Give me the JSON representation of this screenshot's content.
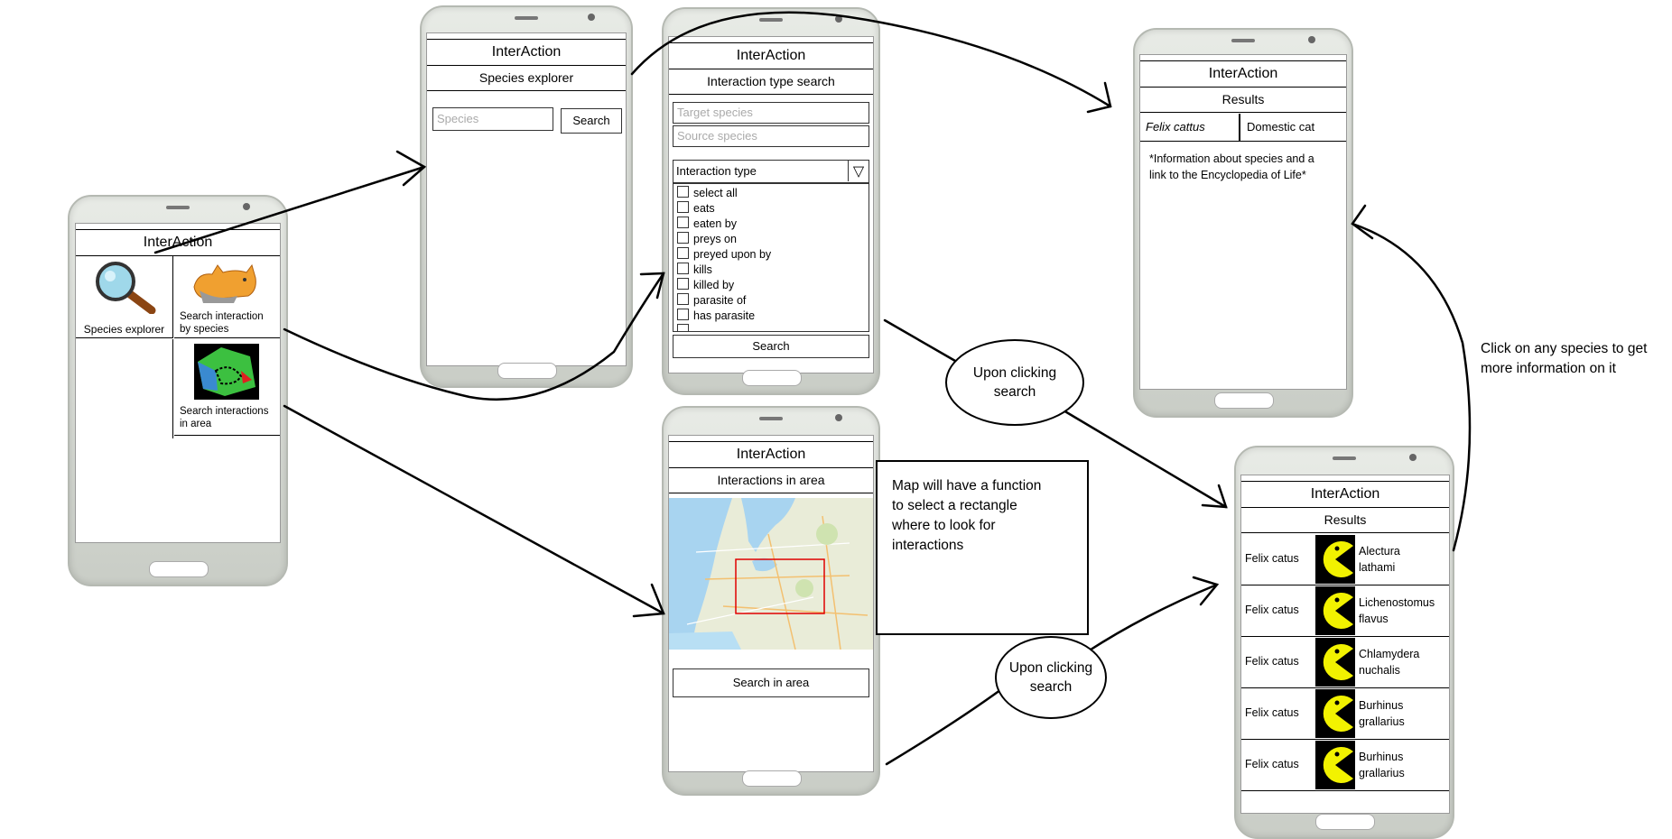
{
  "app_title": "InterAction",
  "home": {
    "tiles": [
      {
        "label": "Species explorer"
      },
      {
        "label_line1": "Search interaction",
        "label_line2": "by species"
      },
      {
        "label_line1": "Search interactions",
        "label_line2": "in area"
      }
    ]
  },
  "species_explorer": {
    "subtitle": "Species explorer",
    "input_placeholder": "Species",
    "search_label": "Search"
  },
  "interaction_search": {
    "subtitle": "Interaction type search",
    "target_placeholder": "Target species",
    "source_placeholder": "Source species",
    "type_label": "Interaction type",
    "dropdown_glyph": "▽",
    "options": [
      "select all",
      "eats",
      "eaten by",
      "preys on",
      "preyed upon by",
      "kills",
      "killed by",
      "parasite of",
      "has parasite"
    ],
    "search_label": "Search"
  },
  "area_search": {
    "subtitle": "Interactions in area",
    "search_label": "Search in area"
  },
  "map_note": {
    "lines": [
      "Map will have a function",
      "to select a rectangle",
      "where to look for",
      "interactions"
    ]
  },
  "species_result": {
    "subtitle": "Results",
    "scientific": "Felix cattus",
    "common": "Domestic cat",
    "info_line1": "*Information about species and a",
    "info_line2": "link to the Encyclopedia of Life*"
  },
  "results_list": {
    "subtitle": "Results",
    "rows": [
      {
        "source": "Felix catus",
        "target_line1": "Alectura",
        "target_line2": "lathami"
      },
      {
        "source": "Felix catus",
        "target_line1": "Lichenostomus",
        "target_line2": "flavus"
      },
      {
        "source": "Felix catus",
        "target_line1": "Chlamydera",
        "target_line2": "nuchalis"
      },
      {
        "source": "Felix catus",
        "target_line1": "Burhinus",
        "target_line2": "grallarius"
      },
      {
        "source": "Felix catus",
        "target_line1": "Burhinus",
        "target_line2": "grallarius"
      }
    ]
  },
  "annotations": {
    "upon_click_1_line1": "Upon clicking",
    "upon_click_1_line2": "search",
    "upon_click_2_line1": "Upon clicking",
    "upon_click_2_line2": "search",
    "click_species_line1": "Click on any species to get",
    "click_species_line2": "more information on it"
  },
  "colors": {
    "pacman": "#f2f200",
    "map_water": "#a8d4f0",
    "map_land": "#e9ecd8",
    "selection_rect": "#e00000"
  },
  "icons": {
    "species_explorer": "magnifier-icon",
    "search_by_species": "cat-icon",
    "search_in_area": "area-map-icon",
    "result": "pacman-icon"
  }
}
